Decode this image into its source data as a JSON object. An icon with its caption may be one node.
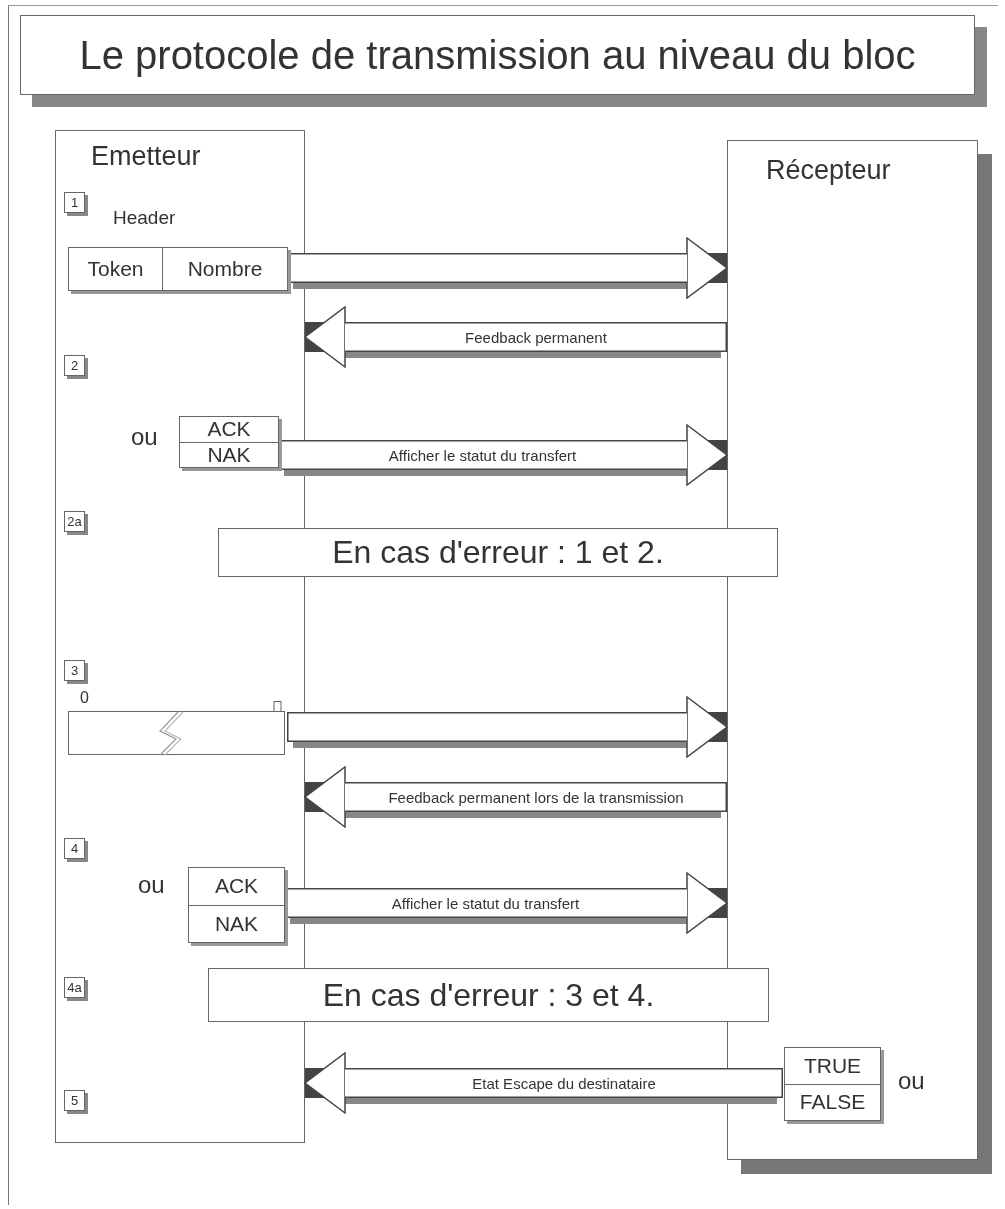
{
  "diagram": {
    "title": "Le protocole de transmission au niveau du bloc",
    "nodes": [
      {
        "text": [
          "Emetteur"
        ]
      },
      {
        "text": [
          "Récepteur"
        ]
      },
      {
        "text": [
          "Header",
          "Token",
          "Nombre"
        ],
        "in": 0
      },
      {
        "text": [
          "ACK",
          "NAK"
        ],
        "beside": [
          "ou"
        ],
        "in": 0
      },
      {
        "text": [
          "En cas d'erreur : 1 et 2."
        ]
      },
      {
        "text": [
          "0"
        ],
        "in": 0
      },
      {
        "text": [
          "ACK",
          "NAK"
        ],
        "beside": [
          "ou"
        ],
        "in": 0
      },
      {
        "text": [
          "En cas d'erreur : 3 et 4."
        ]
      },
      {
        "text": [
          "TRUE",
          "FALSE"
        ],
        "beside": [
          "ou"
        ],
        "in": 1
      }
    ],
    "edges": [
      {
        "from": 2,
        "to": 1,
        "arrow": "to"
      },
      {
        "from": 1,
        "to": 0,
        "arrow": "to",
        "label": "Feedback permanent"
      },
      {
        "from": 3,
        "to": 1,
        "arrow": "to",
        "label": "Afficher le statut du transfert"
      },
      {
        "from": 5,
        "to": 1,
        "arrow": "to"
      },
      {
        "from": 1,
        "to": 0,
        "arrow": "to",
        "label": "Feedback permanent lors de la transmission"
      },
      {
        "from": 6,
        "to": 1,
        "arrow": "to",
        "label": "Afficher le statut du transfert"
      },
      {
        "from": 8,
        "to": 0,
        "arrow": "to",
        "label": "Etat Escape du destinataire"
      }
    ],
    "labels": [
      "1",
      "2",
      "2a",
      "3",
      "4",
      "4a",
      "5"
    ]
  }
}
